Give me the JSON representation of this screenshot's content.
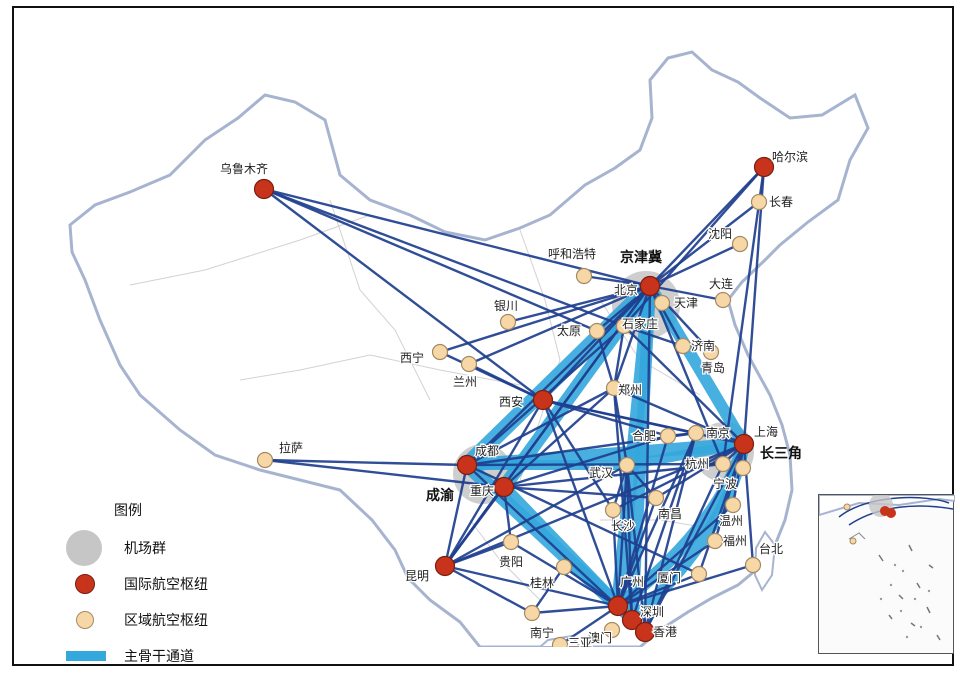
{
  "legend": {
    "title": "图例",
    "airport_cluster": "机场群",
    "international_hub": "国际航空枢纽",
    "regional_hub": "区域航空枢纽",
    "main_corridor": "主骨干通道"
  },
  "clusters": [
    {
      "id": "jjj",
      "label": "京津冀"
    },
    {
      "id": "csj",
      "label": "长三角"
    },
    {
      "id": "cy",
      "label": "成渝"
    }
  ],
  "cities": [
    {
      "id": "wlmq",
      "name": "乌鲁木齐",
      "type": "international"
    },
    {
      "id": "heb",
      "name": "哈尔滨",
      "type": "international"
    },
    {
      "id": "cc",
      "name": "长春",
      "type": "regional"
    },
    {
      "id": "sy",
      "name": "沈阳",
      "type": "regional"
    },
    {
      "id": "dl",
      "name": "大连",
      "type": "regional"
    },
    {
      "id": "bj",
      "name": "北京",
      "type": "international"
    },
    {
      "id": "tj",
      "name": "天津",
      "type": "regional"
    },
    {
      "id": "sjz",
      "name": "石家庄",
      "type": "regional"
    },
    {
      "id": "hhht",
      "name": "呼和浩特",
      "type": "regional"
    },
    {
      "id": "ty",
      "name": "太原",
      "type": "regional"
    },
    {
      "id": "yc",
      "name": "银川",
      "type": "regional"
    },
    {
      "id": "xn",
      "name": "西宁",
      "type": "regional"
    },
    {
      "id": "lz",
      "name": "兰州",
      "type": "regional"
    },
    {
      "id": "xa",
      "name": "西安",
      "type": "international"
    },
    {
      "id": "jn",
      "name": "济南",
      "type": "regional"
    },
    {
      "id": "qd",
      "name": "青岛",
      "type": "regional"
    },
    {
      "id": "zz",
      "name": "郑州",
      "type": "regional"
    },
    {
      "id": "nj",
      "name": "南京",
      "type": "regional"
    },
    {
      "id": "sh",
      "name": "上海",
      "type": "international"
    },
    {
      "id": "hf",
      "name": "合肥",
      "type": "regional"
    },
    {
      "id": "hz",
      "name": "杭州",
      "type": "regional"
    },
    {
      "id": "nb",
      "name": "宁波",
      "type": "regional"
    },
    {
      "id": "wh",
      "name": "武汉",
      "type": "regional"
    },
    {
      "id": "cd",
      "name": "成都",
      "type": "international"
    },
    {
      "id": "cq",
      "name": "重庆",
      "type": "international"
    },
    {
      "id": "ls",
      "name": "拉萨",
      "type": "regional"
    },
    {
      "id": "cs",
      "name": "长沙",
      "type": "regional"
    },
    {
      "id": "nc",
      "name": "南昌",
      "type": "regional"
    },
    {
      "id": "wz",
      "name": "温州",
      "type": "regional"
    },
    {
      "id": "fz",
      "name": "福州",
      "type": "regional"
    },
    {
      "id": "tb",
      "name": "台北",
      "type": "regional"
    },
    {
      "id": "xm",
      "name": "厦门",
      "type": "regional"
    },
    {
      "id": "gy",
      "name": "贵阳",
      "type": "regional"
    },
    {
      "id": "km",
      "name": "昆明",
      "type": "international"
    },
    {
      "id": "gl",
      "name": "桂林",
      "type": "regional"
    },
    {
      "id": "nn",
      "name": "南宁",
      "type": "regional"
    },
    {
      "id": "gz",
      "name": "广州",
      "type": "international"
    },
    {
      "id": "szh",
      "name": "深圳",
      "type": "international"
    },
    {
      "id": "am",
      "name": "澳门",
      "type": "regional"
    },
    {
      "id": "xg",
      "name": "香港",
      "type": "international"
    },
    {
      "id": "sya",
      "name": "三亚",
      "type": "regional"
    }
  ],
  "colors": {
    "corridor": "#34a7dd",
    "route": "#1f3f8f",
    "international": "#c8331b",
    "regional": "#f7d7a6",
    "cluster": "#c6c6c6"
  }
}
